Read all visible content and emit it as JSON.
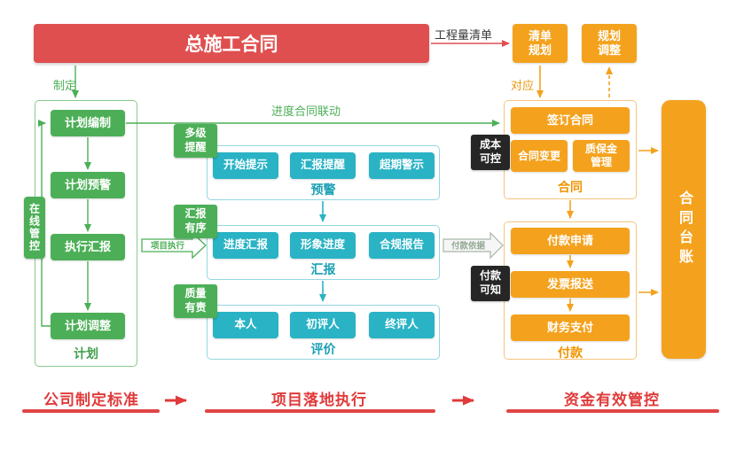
{
  "colors": {
    "red_banner": "#e04f4f",
    "green": "#4caf57",
    "teal": "#29b3c5",
    "orange": "#f4a21d",
    "dark_tag": "#262626",
    "bottom_red": "#e03a3a"
  },
  "banner": {
    "title": "总施工合同"
  },
  "top": {
    "flow_label": "工程量清单",
    "boxes": [
      "清单规划",
      "规划调整"
    ],
    "correspond_label": "对应"
  },
  "plan": {
    "make_label": "制定",
    "side_tag": "在线管控",
    "items": [
      "计划编制",
      "计划预警",
      "执行汇报",
      "计划调整"
    ],
    "caption": "计划",
    "link_label": "进度合同联动"
  },
  "middle": {
    "sections": [
      {
        "tag": "多级提醒",
        "items": [
          "开始提示",
          "汇报提醒",
          "超期警示"
        ],
        "caption": "预警"
      },
      {
        "tag": "汇报有序",
        "items": [
          "进度汇报",
          "形象进度",
          "合规报告"
        ],
        "caption": "汇报"
      },
      {
        "tag": "质量有责",
        "items": [
          "本人",
          "初评人",
          "终评人"
        ],
        "caption": "评价"
      }
    ],
    "exec_arrow_label": "项目执行",
    "pay_basis_label": "付款依据"
  },
  "right": {
    "contract": {
      "tag": "成本可控",
      "main": "签订合同",
      "subs": [
        "合同变更",
        "质保金管理"
      ],
      "caption": "合同"
    },
    "payment": {
      "tag": "付款可知",
      "items": [
        "付款申请",
        "发票报送",
        "财务支付"
      ],
      "caption": "付款"
    },
    "ledger": "合同台账"
  },
  "bottom": {
    "steps": [
      "公司制定标准",
      "项目落地执行",
      "资金有效管控"
    ]
  }
}
